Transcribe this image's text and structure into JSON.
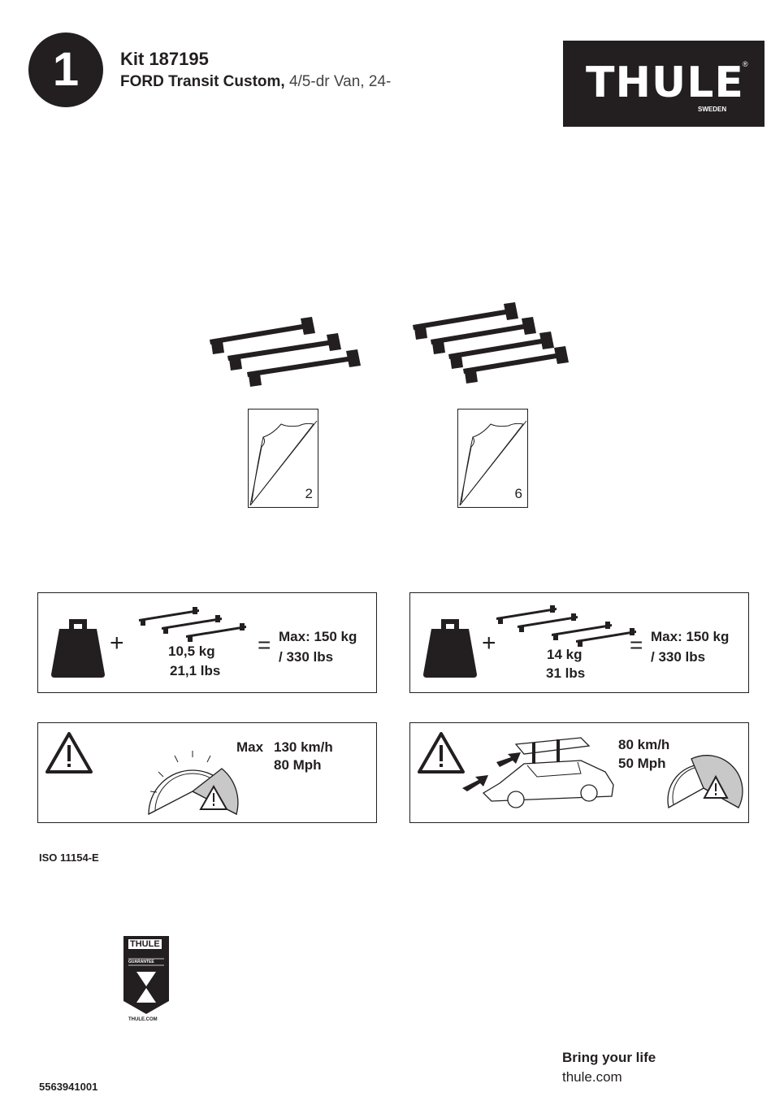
{
  "header": {
    "step_number": "1",
    "kit_title": "Kit 187195",
    "vehicle_bold": "FORD Transit Custom,",
    "vehicle_rest": " 4/5-dr Van, 24-"
  },
  "logo": {
    "text": "THULE",
    "sub": "SWEDEN",
    "reg": "®"
  },
  "contents": {
    "left_sticker_count": "2",
    "right_sticker_count": "6"
  },
  "load_left": {
    "weight_kg": "10,5 kg",
    "weight_lbs": "21,1 lbs",
    "max_kg": "Max: 150 kg",
    "max_lbs": "/ 330 lbs",
    "plus": "+",
    "equals": "="
  },
  "load_right": {
    "weight_kg": "14 kg",
    "weight_lbs": "31 lbs",
    "max_kg": "Max: 150 kg",
    "max_lbs": "/ 330 lbs",
    "plus": "+",
    "equals": "="
  },
  "speed_left": {
    "max_label": "Max",
    "kmh": "130 km/h",
    "mph": "80 Mph"
  },
  "speed_right": {
    "kmh": "80 km/h",
    "mph": "50 Mph"
  },
  "footer": {
    "iso": "ISO 11154-E",
    "guarantee_brand": "THULE",
    "guarantee_label": "GUARANTEE",
    "guarantee_url": "THULE.COM",
    "slogan": "Bring your life",
    "url": "thule.com",
    "part_number": "5563941001"
  },
  "colors": {
    "ink": "#231f20",
    "warning_fill": "#c8c8c8"
  }
}
